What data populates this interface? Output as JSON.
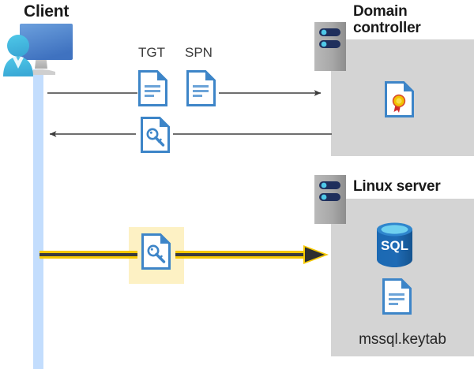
{
  "diagram": {
    "title_client": "Client",
    "title_domain_controller": "Domain\ncontroller",
    "title_domain_controller_line1": "Domain",
    "title_domain_controller_line2": "controller",
    "title_linux_server": "Linux server",
    "label_tgt": "TGT",
    "label_spn": "SPN",
    "label_keytab_file": "mssql.keytab",
    "sql_label": "SQL"
  },
  "icons": {
    "client": "client-workstation-icon",
    "server_dc": "server-rack-icon",
    "server_linux": "server-rack-icon",
    "doc_tgt": "document-icon",
    "doc_spn": "document-icon",
    "doc_key_top": "document-key-icon",
    "doc_key_bottom": "document-key-icon",
    "doc_cert": "certificate-document-icon",
    "doc_keytab": "document-icon",
    "sql": "sql-database-icon"
  },
  "flows": [
    {
      "name": "request-tgt-spn",
      "direction": "right",
      "from": "client",
      "to": "domain-controller",
      "style": "thin-gray"
    },
    {
      "name": "return-service-ticket",
      "direction": "left",
      "from": "domain-controller",
      "to": "client",
      "style": "thin-gray"
    },
    {
      "name": "present-service-ticket",
      "direction": "right",
      "from": "client",
      "to": "linux-server",
      "style": "thick-yellow-highlight"
    }
  ],
  "colors": {
    "panel_gray": "#d4d4d4",
    "lifeline_blue": "#c3ddfd",
    "highlight_yellow": "#fdf1c4",
    "arrow_yellow": "#f5c800",
    "arrow_dark": "#3b3b3b",
    "doc_blue": "#3d85c8",
    "sql_blue": "#1e63a8",
    "heading_black": "#1a1a1a"
  }
}
